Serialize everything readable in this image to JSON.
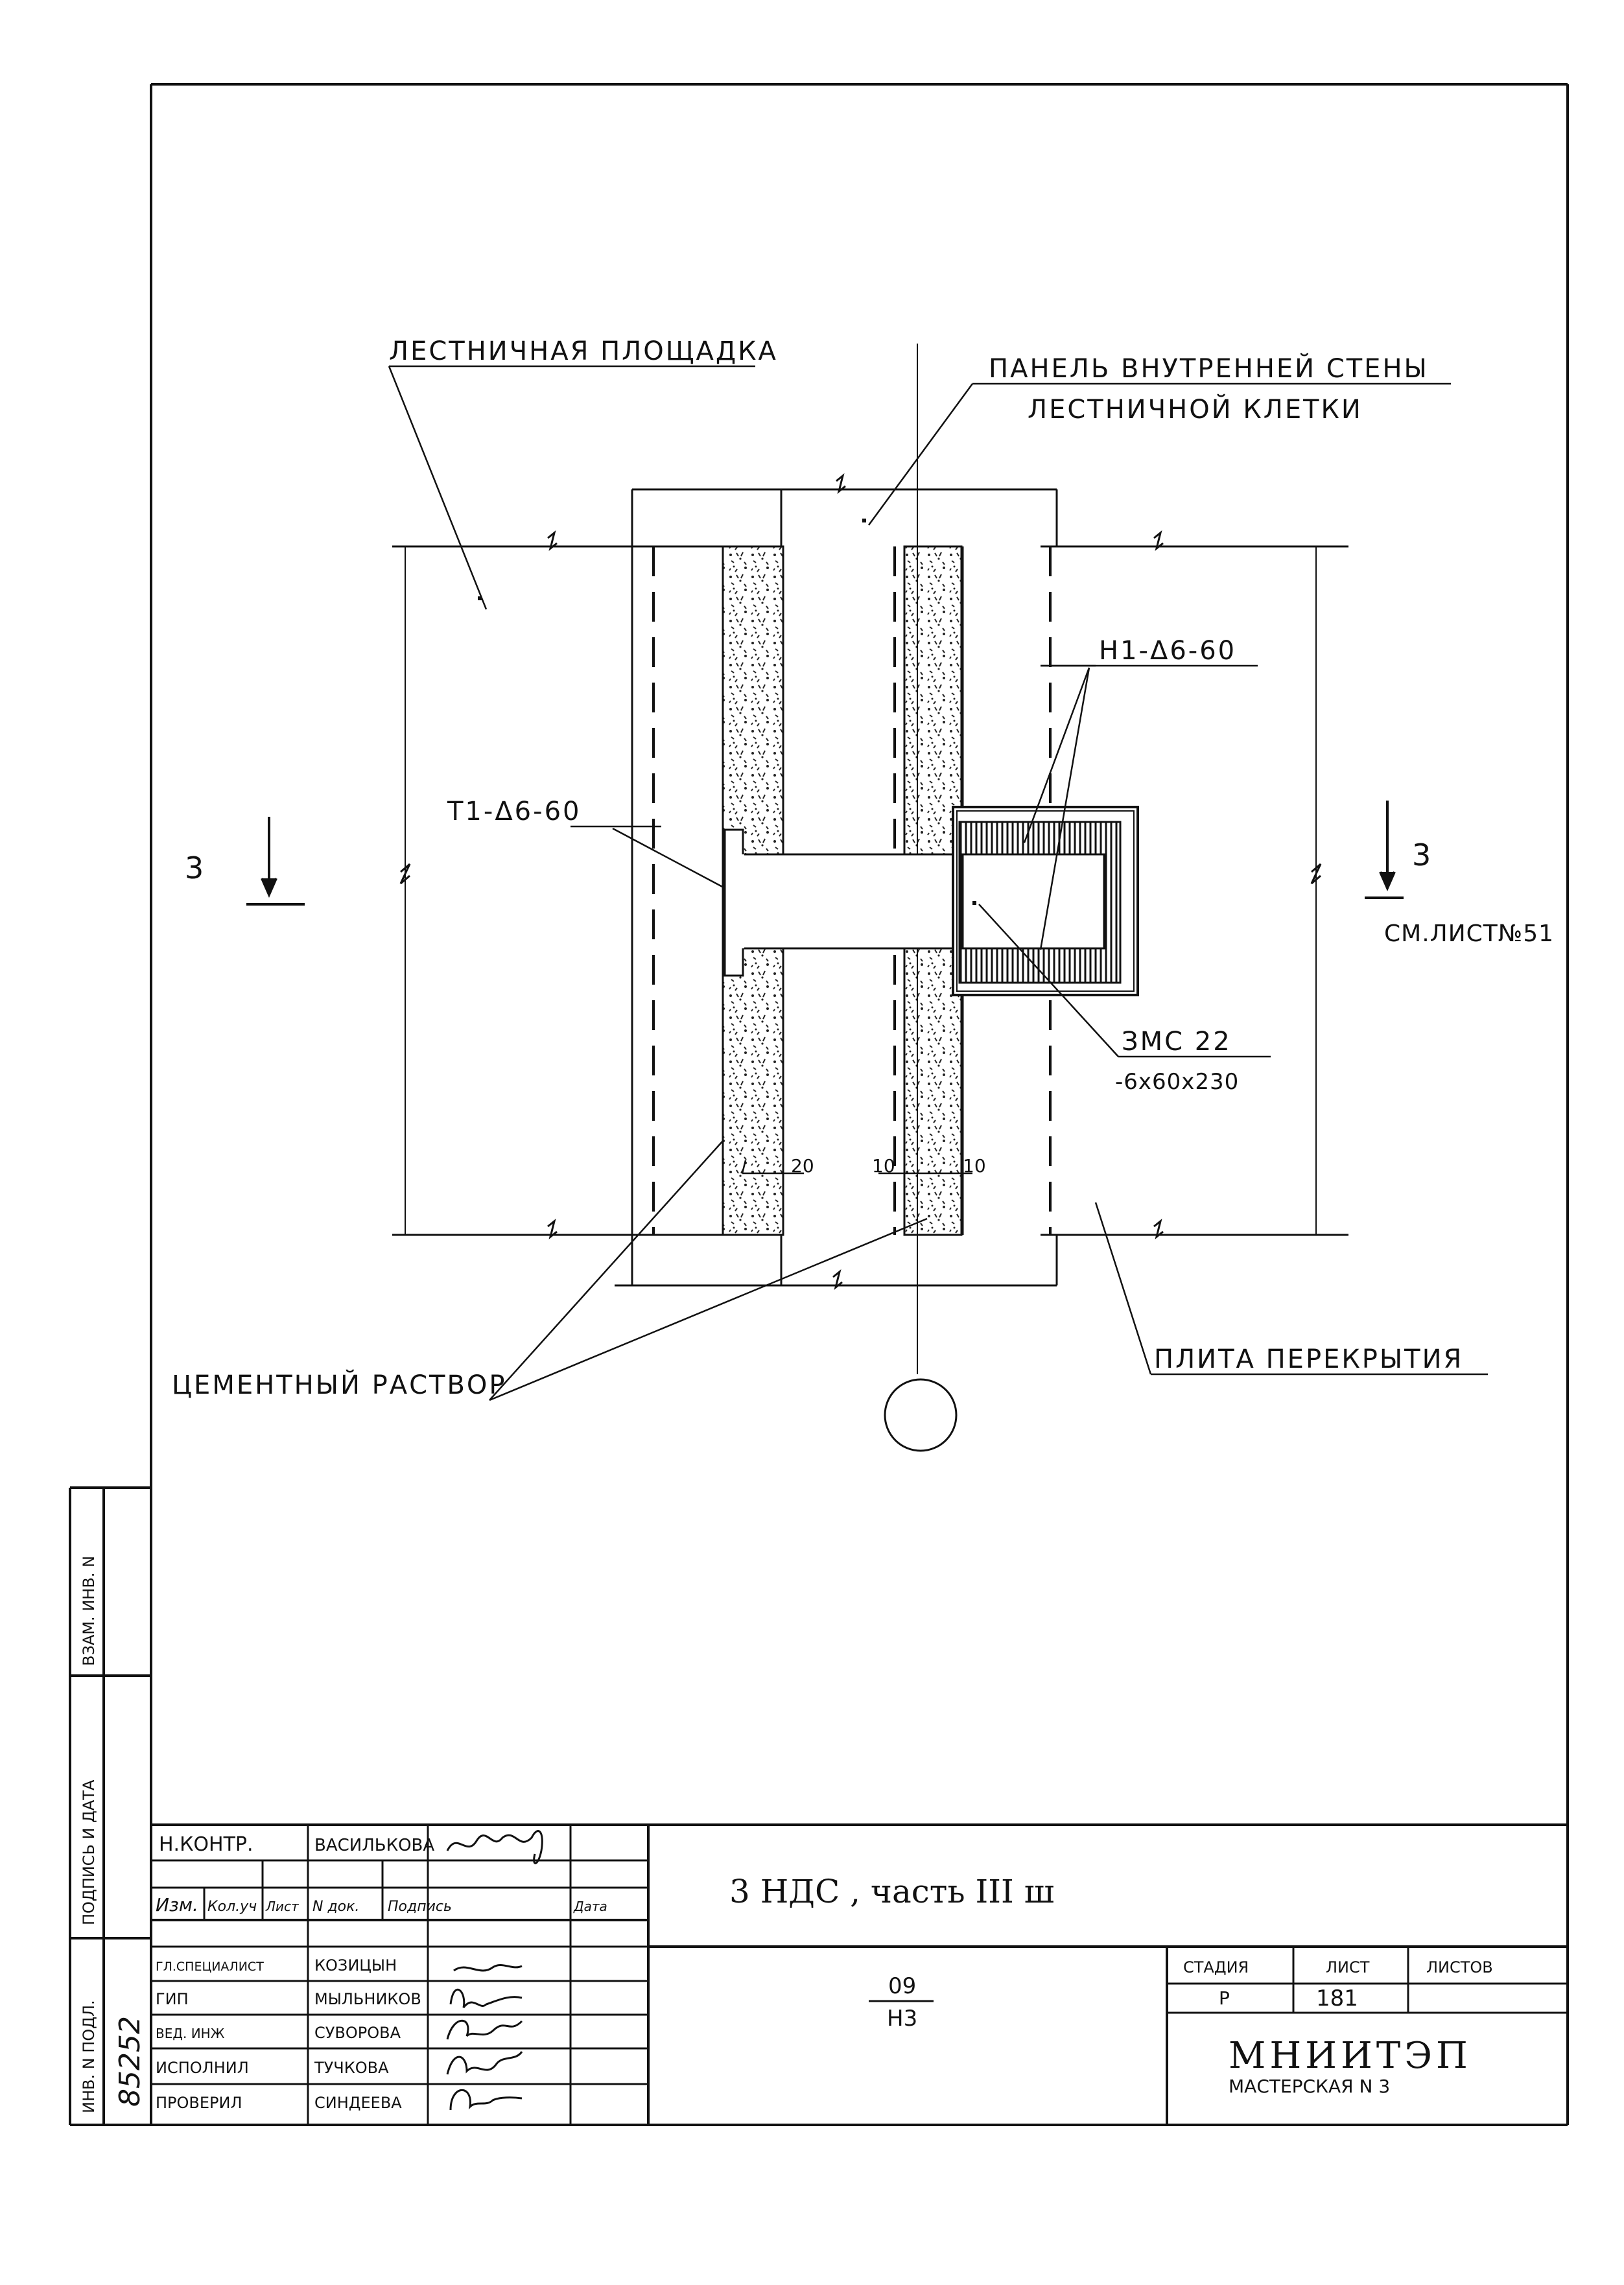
{
  "drawing": {
    "label_landing": "ЛЕСТНИЧНАЯ ПЛОЩАДКА",
    "label_wall_panel_1": "ПАНЕЛЬ ВНУТРЕННЕЙ СТЕНЫ",
    "label_wall_panel_2": "ЛЕСТНИЧНОЙ КЛЕТКИ",
    "label_t1": "Т1-Δ6-60",
    "label_n1": "Н1-Δ6-60",
    "label_zmc_1": "ЗМС 22",
    "label_zmc_2": "-6х60х230",
    "label_mortar": "ЦЕМЕНТНЫЙ РАСТВОР",
    "label_slab": "ПЛИТА ПЕРЕКРЫТИЯ",
    "section_left": "3",
    "section_right": "3",
    "see_sheet": "СМ.ЛИСТ№51",
    "dim_20": "20",
    "dim_10a": "10",
    "dim_10b": "10"
  },
  "left_strip": {
    "vzam_inv": "ВЗАМ. ИНВ. N",
    "podpis_data": "ПОДПИСЬ И ДАТА",
    "inv_podl": "ИНВ. N ПОДЛ.",
    "inv_number": "85252"
  },
  "title_block": {
    "n_kontr_role": "Н.КОНТР.",
    "n_kontr_name": "ВАСИЛЬКОВА",
    "hdr_izm": "Изм.",
    "hdr_koluch": "Кол.уч",
    "hdr_list": "Лист",
    "hdr_ndok": "N док.",
    "hdr_podpis": "Подпись",
    "hdr_data": "Дата",
    "rows": [
      {
        "role": "ГЛ.СПЕЦИАЛИСТ",
        "name": "КОЗИЦЫН"
      },
      {
        "role": "ГИП",
        "name": "МЫЛЬНИКОВ"
      },
      {
        "role": "ВЕД. ИНЖ",
        "name": "СУВОРОВА"
      },
      {
        "role": "ИСПОЛНИЛ",
        "name": "ТУЧКОВА"
      },
      {
        "role": "ПРОВЕРИЛ",
        "name": "СИНДЕЕВА"
      }
    ],
    "project_title": "3 НДС , часть III ш",
    "code_top": "09",
    "code_bottom": "Н3",
    "stage_hdr": "СТАДИЯ",
    "sheet_hdr": "ЛИСТ",
    "sheets_hdr": "ЛИСТОВ",
    "stage_val": "Р",
    "sheet_val": "181",
    "org_name": "МНИИТЭП",
    "org_sub": "МАСТЕРСКАЯ N 3"
  }
}
